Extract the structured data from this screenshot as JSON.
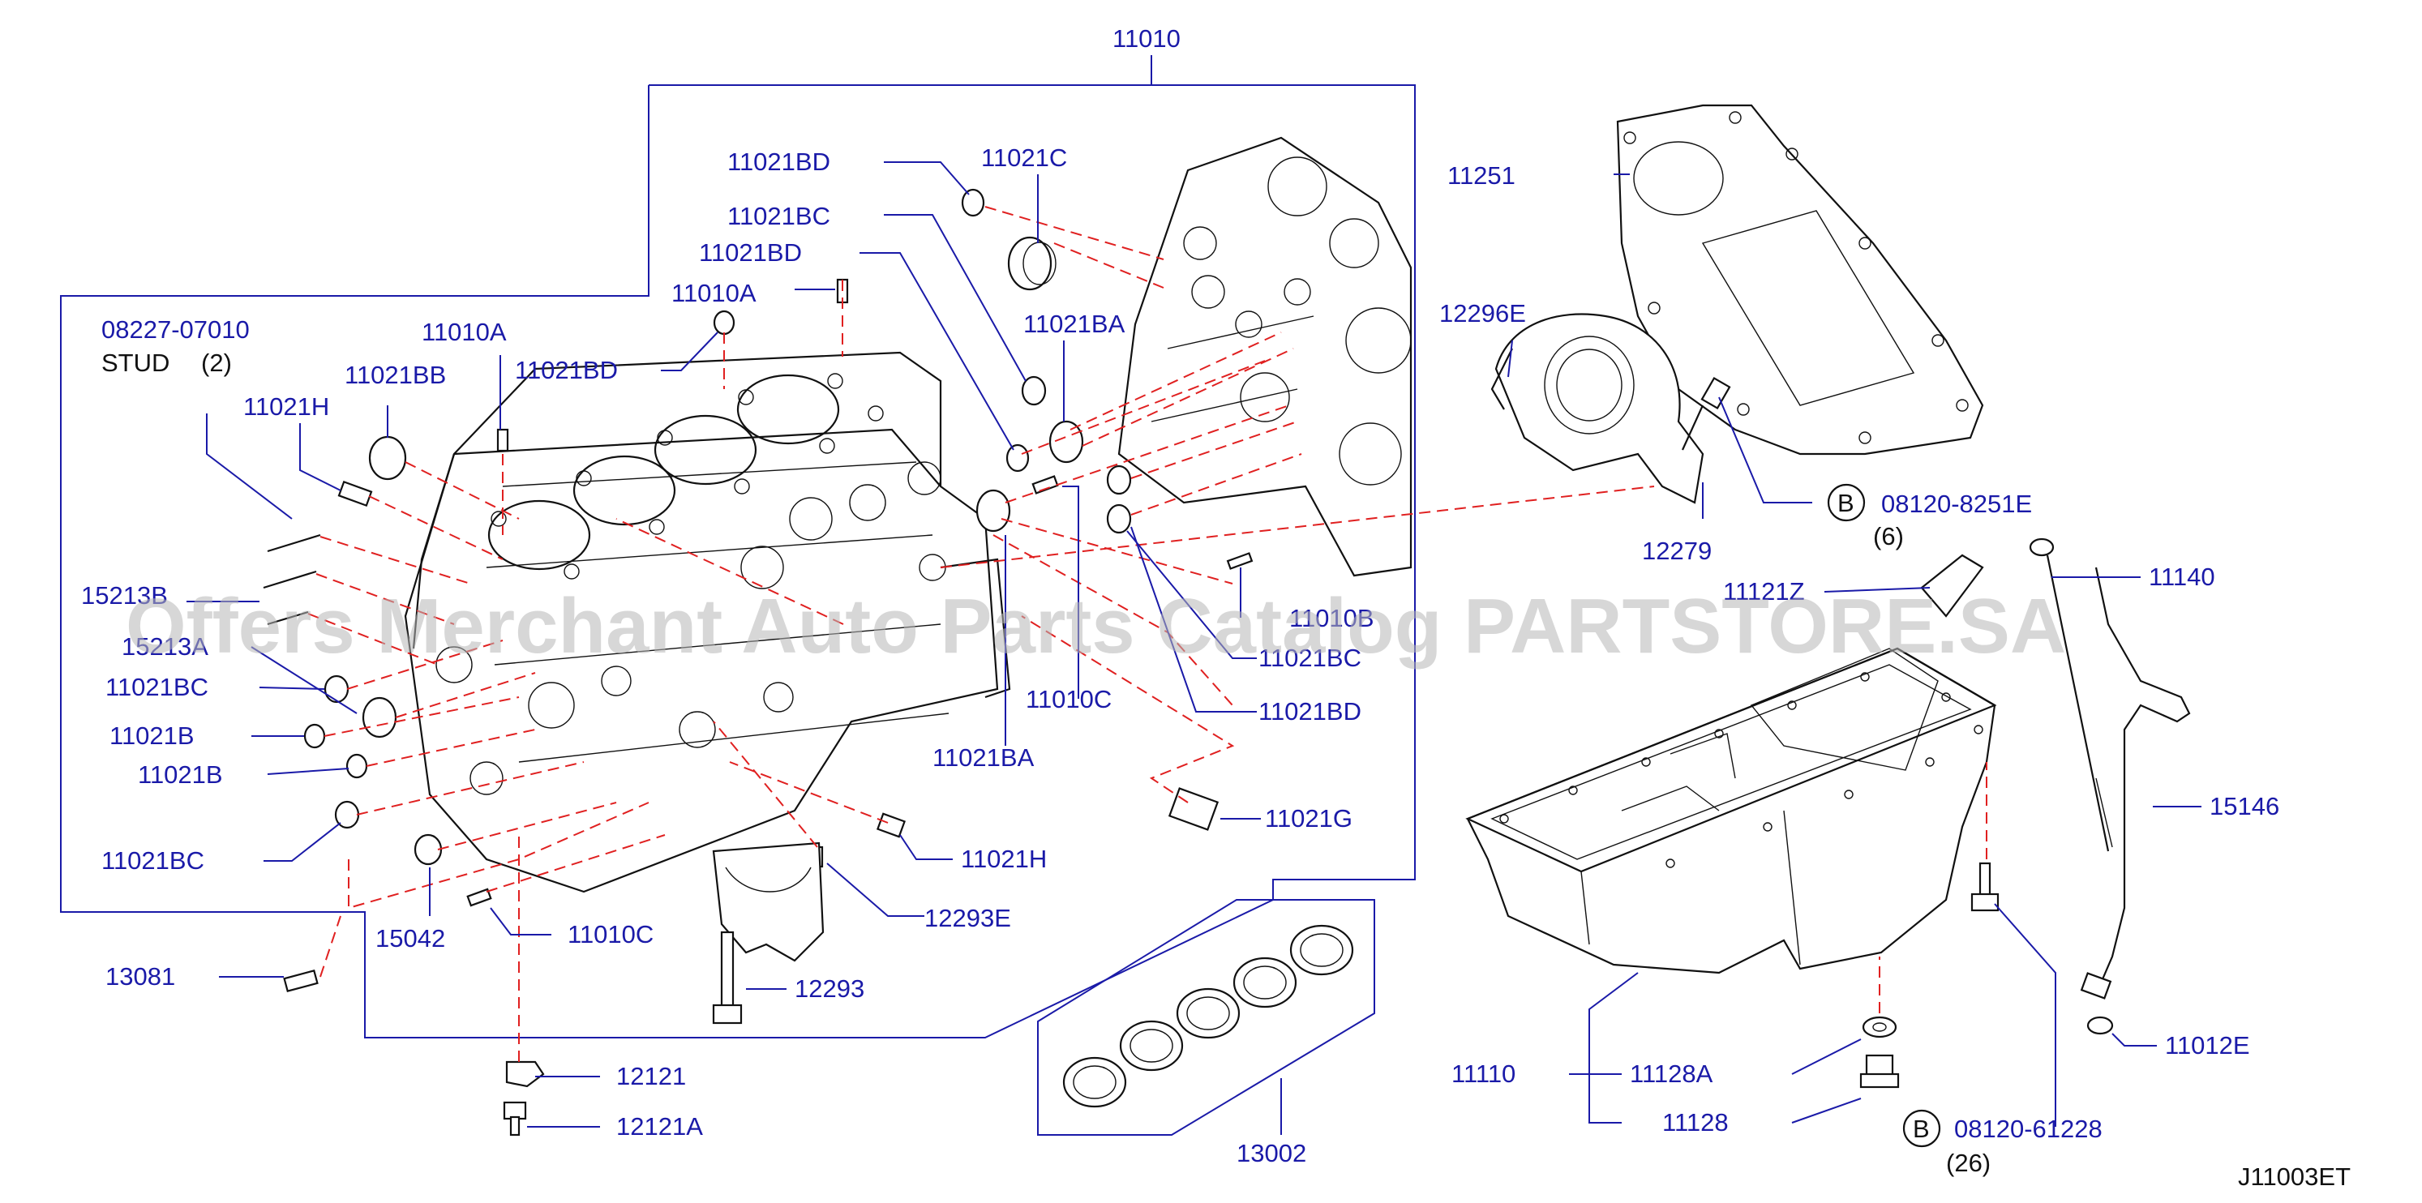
{
  "labels": {
    "p11010": "11010",
    "p11021BD_a": "11021BD",
    "p11021C": "11021C",
    "p11021BC_a": "11021BC",
    "p11021BD_b": "11021BD",
    "p11010A_a": "11010A",
    "p11021BA_a": "11021BA",
    "p08227": "08227-07010",
    "stud": "STUD",
    "stud_qty": "(2)",
    "p11010A_b": "11010A",
    "p11021BB": "11021BB",
    "p11021BD_c": "11021BD",
    "p11021H_a": "11021H",
    "p15213B": "15213B",
    "p15213A": "15213A",
    "p11021BC_b": "11021BC",
    "p11021B_a": "11021B",
    "p11021B_b": "11021B",
    "p11021BC_c": "11021BC",
    "p11010B": "11010B",
    "p11021BC_d": "11021BC",
    "p11021BD_d": "11021BD",
    "p11010C_a": "11010C",
    "p11021BA_b": "11021BA",
    "p11021G": "11021G",
    "p11021H_b": "11021H",
    "p12293E": "12293E",
    "p15042": "15042",
    "p11010C_b": "11010C",
    "p13081": "13081",
    "p12293": "12293",
    "p12121": "12121",
    "p12121A": "12121A",
    "p13002": "13002",
    "p11251": "11251",
    "p12296E": "12296E",
    "bolt_b1_letter": "B",
    "bolt_b1": "08120-8251E",
    "bolt_b1_qty": "(6)",
    "p12279": "12279",
    "p11121Z": "11121Z",
    "p11140": "11140",
    "p15146": "15146",
    "p11110": "11110",
    "p11128A": "11128A",
    "p11128": "11128",
    "bolt_b2_letter": "B",
    "bolt_b2": "08120-61228",
    "bolt_b2_qty": "(26)",
    "p11012E": "11012E",
    "diagram_code": "J11003ET"
  },
  "watermark": "Offers Merchant Auto Parts Catalog PARTSTORE.SA",
  "colors": {
    "label": "#1a1aa8",
    "leader": "#1a1aa8",
    "dash": "#e02020",
    "drawing": "#111111"
  }
}
